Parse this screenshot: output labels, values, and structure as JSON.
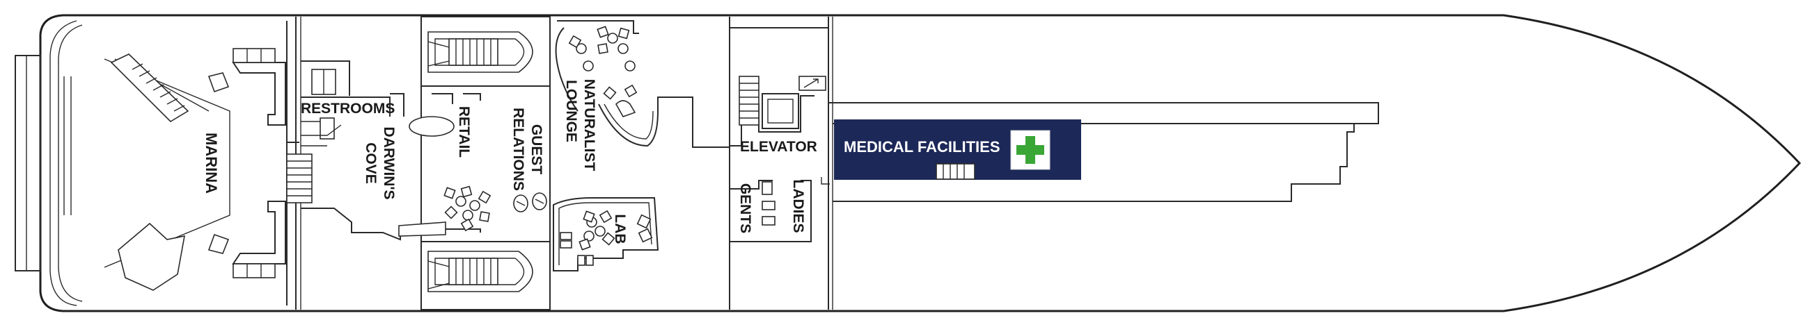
{
  "deck_plan": {
    "rooms": {
      "marina": "MARINA",
      "restrooms": "RESTROOMS",
      "darwins_cove_line1": "DARWIN'S",
      "darwins_cove_line2": "COVE",
      "retail": "RETAIL",
      "guest_relations_line1": "GUEST",
      "guest_relations_line2": "RELATIONS",
      "naturalist_lounge_line1": "NATURALIST",
      "naturalist_lounge_line2": "LOUNGE",
      "lab": "LAB",
      "elevator": "ELEVATOR",
      "ladies": "LADIES",
      "gents": "GENTS"
    },
    "highlight": {
      "label": "MEDICAL FACILITIES",
      "box_color": "#1c2858",
      "text_color": "#ffffff",
      "icon": "medical-cross-icon",
      "icon_color": "#3aa635"
    },
    "colors": {
      "line": "#2a2a2a",
      "background": "#ffffff"
    }
  }
}
